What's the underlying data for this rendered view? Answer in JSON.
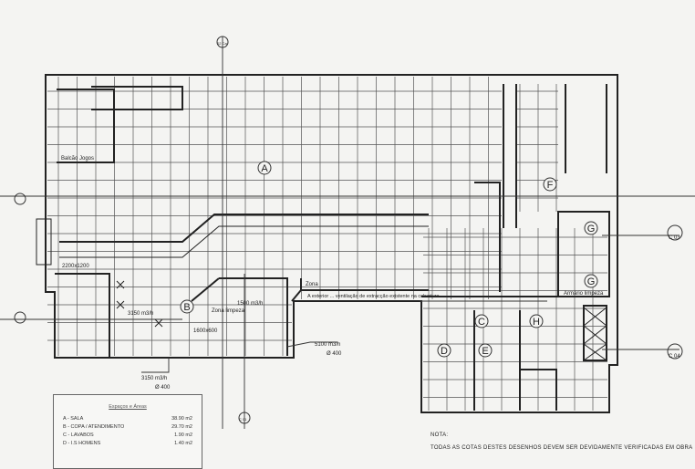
{
  "plan": {
    "labels": {
      "balcao": "Balcão Jogos",
      "dim1": "2200x1200",
      "flow1": "3150 m3/h",
      "dia1": "Ø 400",
      "zona_limpeza": "Zona limpeza",
      "dim2": "1600x600",
      "flow2": "5100 m3/h",
      "dia2": "Ø 400",
      "flow3": "1500 m3/h",
      "zona": "Zona",
      "extraction_note": "A exterior ... ventilação de extracção existente na cobertura",
      "armario": "Armário limpeza",
      "section_c03": "C 03",
      "section_c04": "C 04",
      "section_top": "02 Ca",
      "section_bottom": "C 01"
    },
    "rooms": [
      "A",
      "B",
      "C",
      "D",
      "E",
      "F",
      "G",
      "G",
      "H"
    ]
  },
  "legend": {
    "title": "Espaços e Áreas",
    "rows": [
      {
        "name": "A - SALA",
        "area": "38.90 m2"
      },
      {
        "name": "B - COPA / ATENDIMENTO",
        "area": "29.70 m2"
      },
      {
        "name": "C - LAVABOS",
        "area": "1.90 m2"
      },
      {
        "name": "D - I.S HOMENS",
        "area": "1.40 m2"
      }
    ]
  },
  "nota": {
    "title": "NOTA:",
    "text": "TODAS AS COTAS DESTES DESENHOS DEVEM SER DEVIDAMENTE VERIFICADAS EM OBRA"
  }
}
